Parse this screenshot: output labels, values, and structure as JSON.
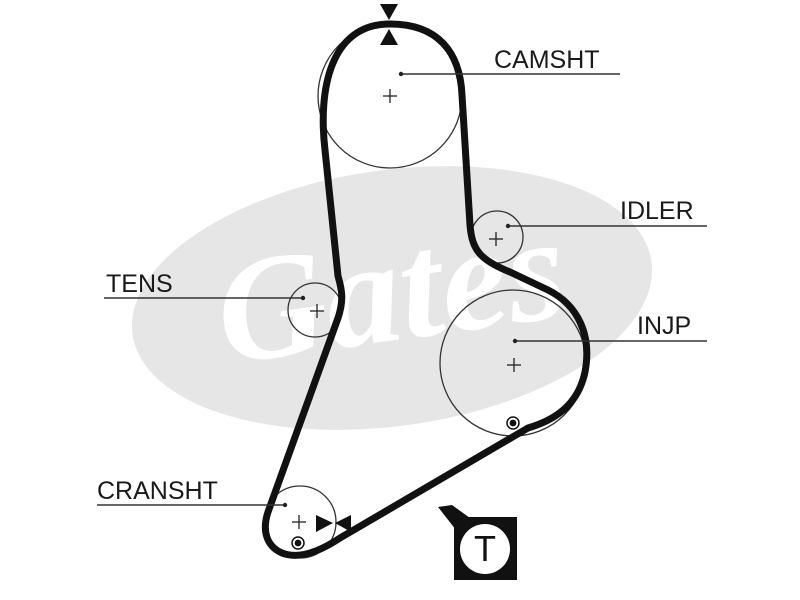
{
  "watermark": {
    "text": "Gates",
    "ellipse_color": "#e6e6e6",
    "text_color": "#ffffff"
  },
  "colors": {
    "belt": "#111111",
    "pulley": "#333333",
    "label": "#1a1a1a"
  },
  "labels": {
    "camshaft": "CAMSHT",
    "idler": "IDLER",
    "tensioner": "TENS",
    "injection_pump": "INJP",
    "crankshaft": "CRANSHT"
  },
  "tension_badge": {
    "letter": "T"
  }
}
